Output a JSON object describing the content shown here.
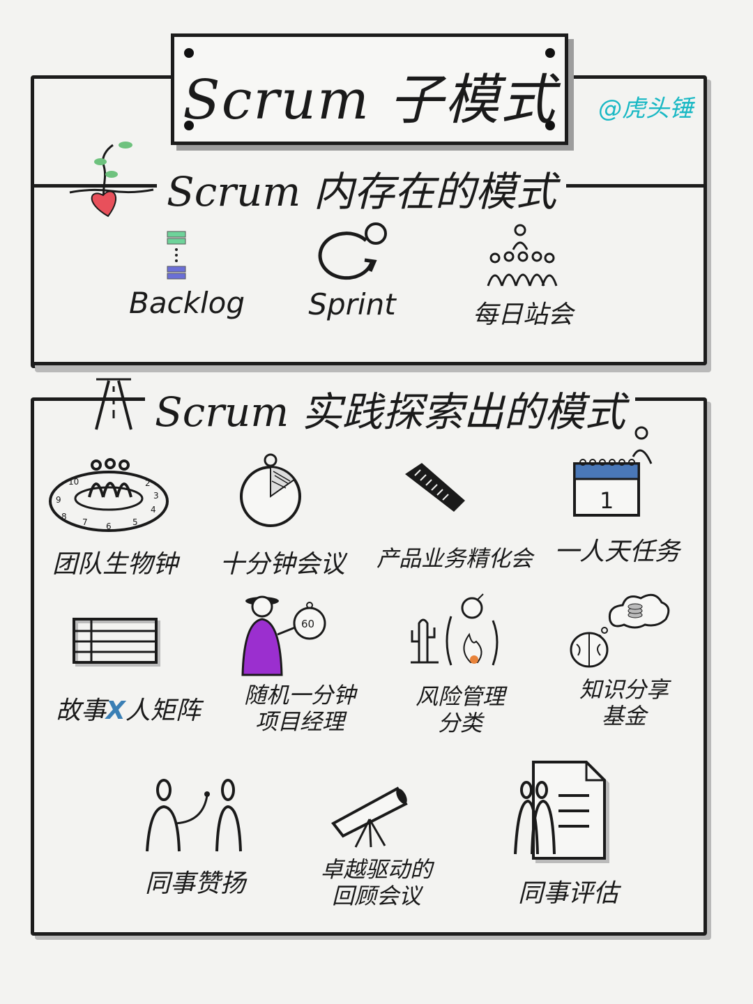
{
  "title": "Scrum 子模式",
  "author": "@虎头锤",
  "section1": {
    "title": "Scrum 内存在的模式",
    "items": [
      {
        "label": "Backlog",
        "icon": "backlog-stack-icon"
      },
      {
        "label": "Sprint",
        "icon": "sprint-cycle-icon"
      },
      {
        "label": "每日站会",
        "icon": "standup-team-icon"
      }
    ]
  },
  "section2": {
    "title": "Scrum 实践探索出的模式",
    "items": [
      {
        "label": "团队生物钟",
        "icon": "team-clock-icon"
      },
      {
        "label": "十分钟会议",
        "icon": "stopwatch-icon"
      },
      {
        "label": "产品业务精化会",
        "icon": "comb-icon"
      },
      {
        "label": "一人天任务",
        "icon": "calendar-icon"
      },
      {
        "label_a": "故事",
        "label_x": "X",
        "label_b": "人矩阵",
        "icon": "matrix-grid-icon"
      },
      {
        "label_line1": "随机一分钟",
        "label_line2": "项目经理",
        "timer": "60",
        "icon": "manager-timer-icon"
      },
      {
        "label_line1": "风险管理",
        "label_line2": "分类",
        "icon": "risk-cactus-fire-icon"
      },
      {
        "label_line1": "知识分享",
        "label_line2": "基金",
        "icon": "brain-coins-icon"
      },
      {
        "label": "同事赞扬",
        "icon": "colleague-praise-icon"
      },
      {
        "label_line1": "卓越驱动的",
        "label_line2": "回顾会议",
        "icon": "telescope-icon"
      },
      {
        "label": "同事评估",
        "icon": "peer-review-document-icon"
      }
    ]
  },
  "calendar_day": "1",
  "colors": {
    "accent": "#18b8c4",
    "manager_purple": "#9b2fcf",
    "heart": "#e8505b",
    "backlog_green": "#6ed39a",
    "backlog_blue": "#6b6fd6"
  }
}
